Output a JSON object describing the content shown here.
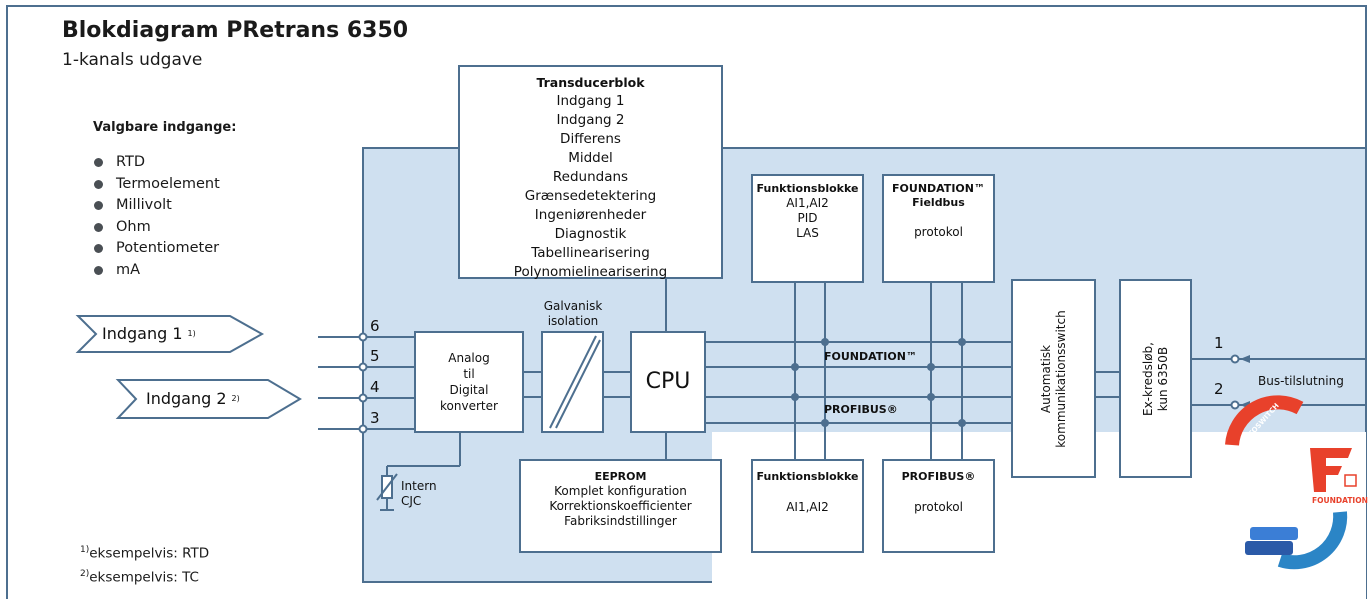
{
  "title": "Blokdiagram PRetrans 6350",
  "subtitle": "1-kanals udgave",
  "inputs_heading": "Valgbare indgange:",
  "input_types": [
    "RTD",
    "Termoelement",
    "Millivolt",
    "Ohm",
    "Potentiometer",
    "mA"
  ],
  "input1": {
    "label": "Indgang 1",
    "note": "1)"
  },
  "input2": {
    "label": "Indgang 2",
    "note": "2)"
  },
  "terminals_left": [
    "6",
    "5",
    "4",
    "3"
  ],
  "terminals_right": [
    "1",
    "2"
  ],
  "galvanic": {
    "line1": "Galvanisk",
    "line2": "isolation"
  },
  "adc": [
    "Analog",
    "til",
    "Digital",
    "konverter"
  ],
  "cjc": [
    "Intern",
    "CJC"
  ],
  "cpu": "CPU",
  "transducer": {
    "title": "Transducerblok",
    "items": [
      "Indgang 1",
      "Indgang 2",
      "Differens",
      "Middel",
      "Redundans",
      "Grænsedetektering",
      "Ingeniørenheder",
      "Diagnostik",
      "Tabellinearisering",
      "Polynomielinearisering"
    ]
  },
  "eeprom": {
    "title": "EEPROM",
    "items": [
      "Komplet konfiguration",
      "Korrektionskoefficienter",
      "Fabriksindstillinger"
    ]
  },
  "func_top": {
    "title": "Funktionsblokke",
    "items": [
      "AI1,AI2",
      "PID",
      "LAS"
    ]
  },
  "ff_protocol": {
    "title1": "FOUNDATION™",
    "title2": "Fieldbus",
    "body": "protokol"
  },
  "func_bottom": {
    "title": "Funktionsblokke",
    "items": [
      "AI1,AI2"
    ]
  },
  "pb_protocol": {
    "title": "PROFIBUS®",
    "body": "protokol"
  },
  "bus_ff_label": "FOUNDATION™",
  "bus_pb_label": "PROFIBUS®",
  "auto_switch": [
    "Automatisk",
    "kommunikationsswitch"
  ],
  "ex_circuit": [
    "Ex-kredsløb,",
    "kun 6350B"
  ],
  "bus_connection": "Bus-tilslutning",
  "footnotes": [
    {
      "mark": "1)",
      "text": "eksempelvis: RTD"
    },
    {
      "mark": "2)",
      "text": "eksempelvis: TC"
    }
  ],
  "logos": {
    "autoswitch": "AUTOSWITCH",
    "foundation": "FOUNDATION"
  },
  "colors": {
    "panel_fill": "#cfe0f0",
    "stroke": "#4d6f8f",
    "arrow_fill": "#ffffff",
    "foundation_red": "#e8412b"
  }
}
